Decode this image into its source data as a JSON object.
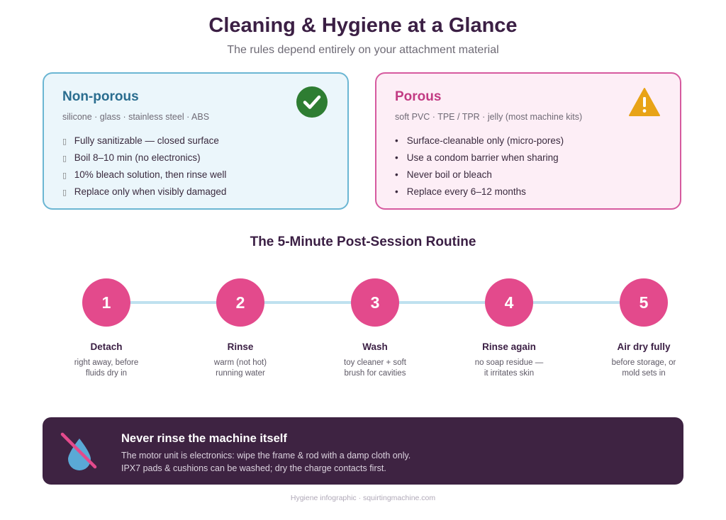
{
  "title": "Cleaning & Hygiene at a Glance",
  "subtitle": "The rules depend entirely on your attachment material",
  "cards": {
    "nonporous": {
      "title": "Non-porous",
      "materials": "silicone · glass · stainless steel · ABS",
      "icon": "check-circle-icon",
      "color": "#2e7d32",
      "bullet": "▯",
      "items": [
        "Fully sanitizable — closed surface",
        "Boil 8–10 min (no electronics)",
        "10% bleach solution, then rinse well",
        "Replace only when visibly damaged"
      ]
    },
    "porous": {
      "title": "Porous",
      "materials": "soft PVC · TPE / TPR · jelly (most machine kits)",
      "icon": "warning-triangle-icon",
      "color": "#e8a317",
      "bullet": "•",
      "items": [
        "Surface-cleanable only (micro-pores)",
        "Use a condom barrier when sharing",
        "Never boil or bleach",
        "Replace every 6–12 months"
      ]
    }
  },
  "routine": {
    "title": "The 5-Minute Post-Session Routine",
    "steps": [
      {
        "number": "1",
        "name": "Detach",
        "desc1": "right away, before",
        "desc2": "fluids dry in"
      },
      {
        "number": "2",
        "name": "Rinse",
        "desc1": "warm (not hot)",
        "desc2": "running water"
      },
      {
        "number": "3",
        "name": "Wash",
        "desc1": "toy cleaner + soft",
        "desc2": "brush for cavities"
      },
      {
        "number": "4",
        "name": "Rinse again",
        "desc1": "no soap residue —",
        "desc2": "it irritates skin"
      },
      {
        "number": "5",
        "name": "Air dry fully",
        "desc1": "before storage, or",
        "desc2": "mold sets in"
      }
    ]
  },
  "warning": {
    "icon": "no-water-drop-icon",
    "title": "Never rinse the machine itself",
    "line1": "The motor unit is electronics: wipe the frame & rod with a damp cloth only.",
    "line2": "IPX7 pads & cushions can be washed; dry the charge contacts first."
  },
  "footer": "Hygiene infographic · squirtingmachine.com"
}
